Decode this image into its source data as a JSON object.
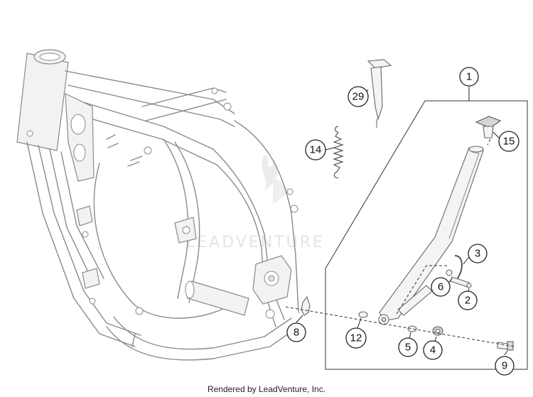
{
  "footer": {
    "text": "Rendered by LeadVenture, Inc."
  },
  "watermark": {
    "text": "LEADVENTURE"
  },
  "callouts": {
    "c1": "1",
    "c2": "2",
    "c3": "3",
    "c4": "4",
    "c5": "5",
    "c6": "6",
    "c8": "8",
    "c9": "9",
    "c12": "12",
    "c14": "14",
    "c15": "15",
    "c29": "29"
  },
  "colors": {
    "line": "#222222",
    "frame": "#8a8a8a",
    "background": "#ffffff"
  }
}
